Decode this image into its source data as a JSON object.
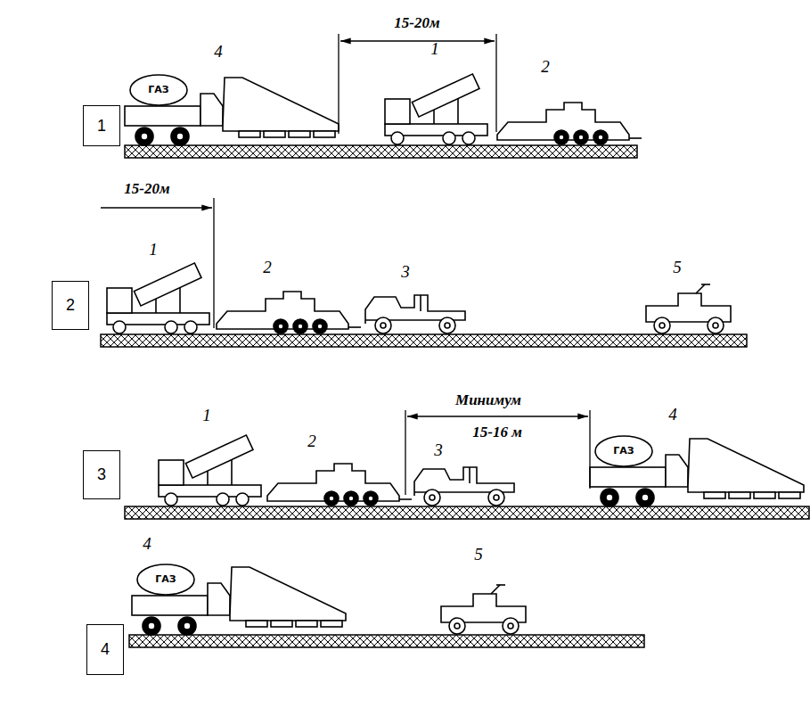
{
  "diagram": {
    "nodes": [
      {
        "text": [
          "1"
        ]
      },
      {
        "text": [
          "2"
        ]
      },
      {
        "text": [
          "3"
        ]
      },
      {
        "text": [
          "4"
        ]
      }
    ],
    "labels": [
      "4",
      "15-20м",
      "1",
      "2",
      "15-20м",
      "1",
      "2",
      "3",
      "5",
      "Минимум",
      "15-16 м",
      "1",
      "2",
      "3",
      "4",
      "4",
      "5",
      "ГАЗ",
      "ГАЗ",
      "ГАЗ"
    ]
  }
}
